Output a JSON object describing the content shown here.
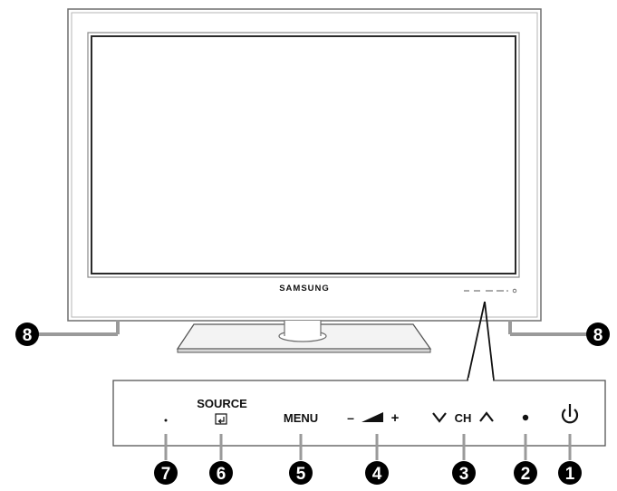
{
  "tv": {
    "brand": "SAMSUNG"
  },
  "panel": {
    "source_label": "SOURCE",
    "menu_label": "MENU",
    "volume_minus": "–",
    "volume_plus": "+",
    "channel_label": "CH"
  },
  "callouts": {
    "one": "1",
    "two": "2",
    "three": "3",
    "four": "4",
    "five": "5",
    "six": "6",
    "seven": "7",
    "eight": "8"
  },
  "colors": {
    "bezel_stroke": "#6e6e6e",
    "callout_fill": "#000000",
    "callout_text": "#ffffff",
    "leader_line": "#9a9a9a"
  }
}
